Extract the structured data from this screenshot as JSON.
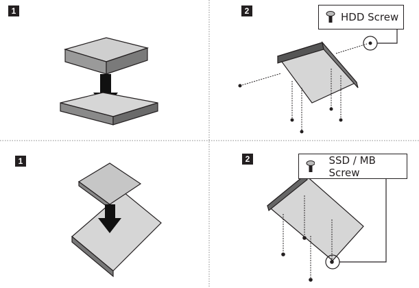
{
  "steps": {
    "hdd_step1": "1",
    "hdd_step2": "2",
    "ssd_step1": "1",
    "ssd_step2": "2"
  },
  "labels": {
    "hdd_screw": "HDD Screw",
    "ssd_screw": "SSD / MB Screw"
  },
  "colors": {
    "ink": "#231f20",
    "tray": "#d4d4d4",
    "drive": "#bdbdbd"
  }
}
